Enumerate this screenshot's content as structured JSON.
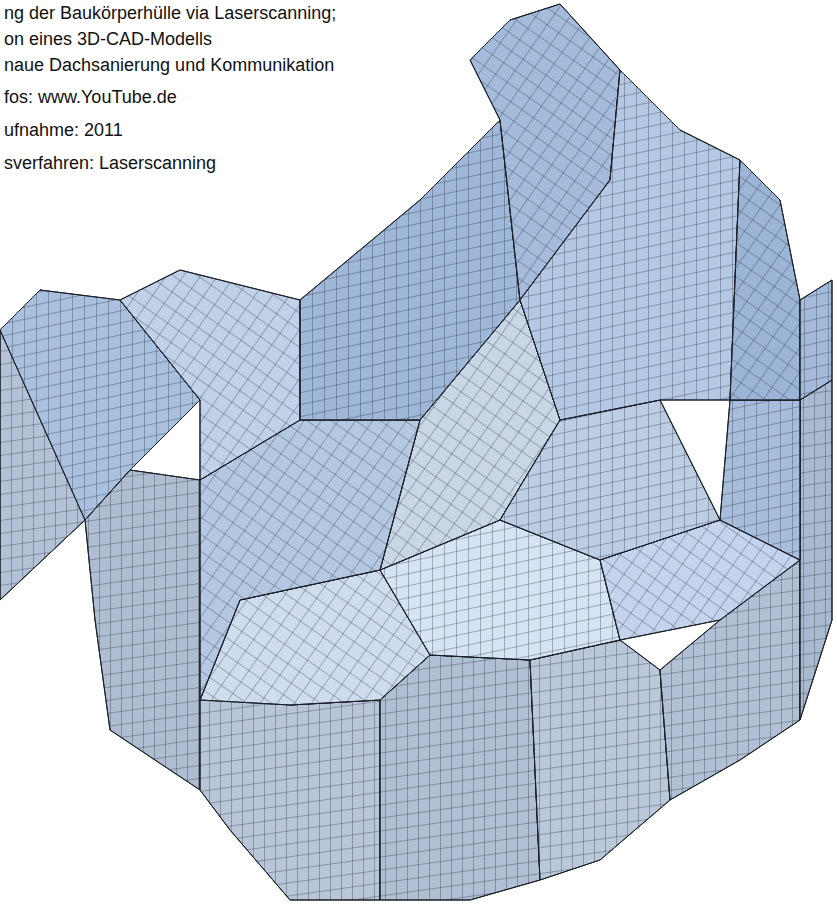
{
  "diagram": {
    "labels": [
      "ng der Baukörperhülle via Laserscanning;",
      "on eines 3D-CAD-Modells",
      "naue Dachsanierung und Kommunikation",
      "fos: www.YouTube.de",
      "ufnahme: 2011",
      "sverfahren: Laserscanning"
    ]
  }
}
